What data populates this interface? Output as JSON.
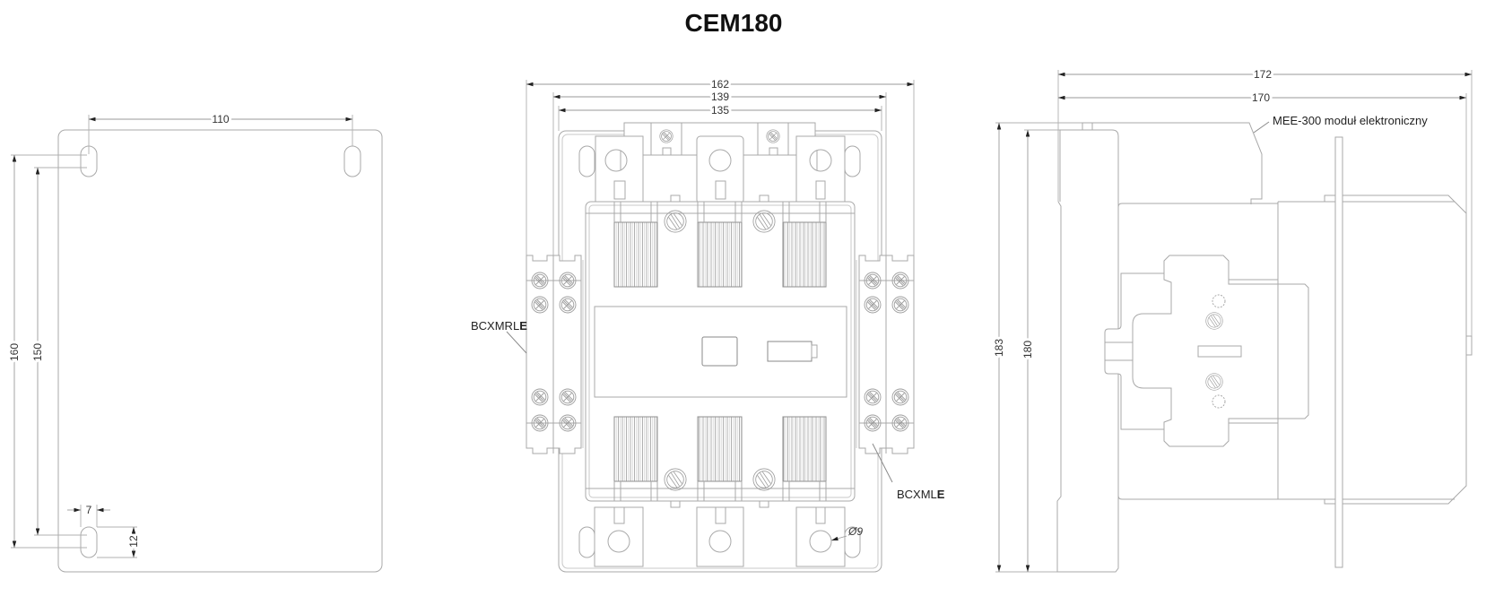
{
  "title": "CEM180",
  "mounting_view": {
    "dim_hole_spacing": "110",
    "dim_height_outer": "160",
    "dim_height_inner": "150",
    "dim_slot_width": "7",
    "dim_slot_length": "12"
  },
  "front_view": {
    "dim_overall_width": "162",
    "dim_aux_width": "139",
    "dim_base_width": "135",
    "terminal_hole": "Ø9",
    "callout_left_aux": {
      "code": "BCXMRL",
      "suffix": "E"
    },
    "callout_right_aux": {
      "code": "BCXML",
      "suffix": "E"
    }
  },
  "side_view": {
    "dim_depth_overall": "172",
    "dim_depth": "170",
    "dim_height_overall": "183",
    "dim_height": "180",
    "callout_module": "MEE-300 moduł elektroniczny"
  }
}
